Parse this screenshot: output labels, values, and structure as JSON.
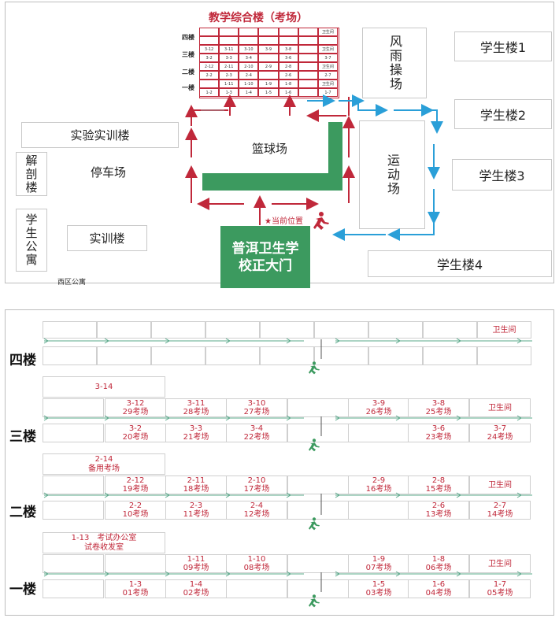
{
  "campus": {
    "teaching_building_title": "教学综合楼（考场）",
    "experiment_building": "实验实训楼",
    "anatomy_building": "解剖楼",
    "student_apartment": "学生公寓",
    "training_building": "实训楼",
    "parking": "停车场",
    "basketball": "篮球场",
    "sports_field": "运动场",
    "rain_field": "风雨操场",
    "student_building_1": "学生楼1",
    "student_building_2": "学生楼2",
    "student_building_3": "学生楼3",
    "student_building_4": "学生楼4",
    "gate": "普洱卫生学校正大门",
    "current_position": "★当前位置",
    "west_apartment": "西区公寓",
    "mini_floors": [
      "四楼",
      "三楼",
      "二楼",
      "一楼"
    ],
    "mini_rows": [
      [
        "",
        "",
        "",
        "",
        "",
        "",
        "卫生间"
      ],
      [
        "",
        "",
        "",
        "",
        "",
        "",
        ""
      ],
      [
        "3-12",
        "3-11",
        "3-10",
        "3-9",
        "3-8",
        "",
        "卫生间"
      ],
      [
        "3-2",
        "3-3",
        "3-4",
        "",
        "3-6",
        "",
        "3-7"
      ],
      [
        "2-12",
        "2-11",
        "2-10",
        "2-9",
        "2-8",
        "",
        "卫生间"
      ],
      [
        "2-2",
        "2-3",
        "2-4",
        "",
        "2-6",
        "",
        "2-7"
      ],
      [
        "",
        "1-11",
        "1-10",
        "1-9",
        "1-8",
        "",
        "卫生间"
      ],
      [
        "1-2",
        "1-3",
        "1-4",
        "1-5",
        "1-6",
        "",
        "1-7"
      ]
    ]
  },
  "floor_plan": {
    "floors": [
      {
        "label": "四楼",
        "extra": "",
        "top": [
          "",
          "",
          "",
          "",
          "",
          "",
          "",
          "",
          "卫生间"
        ],
        "bottom": [
          "",
          "",
          "",
          "",
          "",
          "",
          "",
          "",
          ""
        ]
      },
      {
        "label": "三楼",
        "extra": "3-14",
        "top": [
          "",
          "3-12\n29考场",
          "3-11\n28考场",
          "3-10\n27考场",
          "",
          "3-9\n26考场",
          "3-8\n25考场",
          "卫生间"
        ],
        "bottom": [
          "",
          "3-2\n20考场",
          "3-3\n21考场",
          "3-4\n22考场",
          "",
          "",
          "3-6\n23考场",
          "3-7\n24考场"
        ]
      },
      {
        "label": "二楼",
        "extra": "2-14\n备用考场",
        "top": [
          "",
          "2-12\n19考场",
          "2-11\n18考场",
          "2-10\n17考场",
          "",
          "2-9\n16考场",
          "2-8\n15考场",
          "卫生间"
        ],
        "bottom": [
          "",
          "2-2\n10考场",
          "2-3\n11考场",
          "2-4\n12考场",
          "",
          "",
          "2-6\n13考场",
          "2-7\n14考场"
        ]
      },
      {
        "label": "一楼",
        "extra": "1-13　考试办公室\n试卷收发室",
        "top": [
          "",
          "",
          "1-11\n09考场",
          "1-10\n08考场",
          "",
          "1-9\n07考场",
          "1-8\n06考场",
          "卫生间"
        ],
        "bottom": [
          "",
          "1-3\n01考场",
          "1-4\n02考场",
          "",
          "",
          "1-5\n03考场",
          "1-6\n04考场",
          "1-7\n05考场"
        ]
      }
    ]
  },
  "colors": {
    "red": "#c0283a",
    "blue": "#2a9fd8",
    "green": "#3c9a5f",
    "corridor": "#5aa88a"
  }
}
